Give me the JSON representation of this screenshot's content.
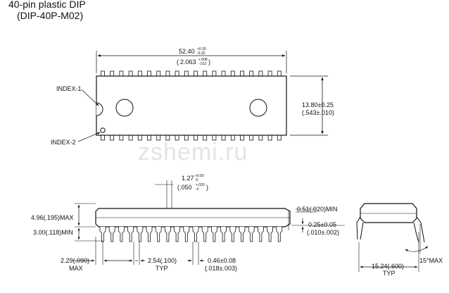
{
  "header": {
    "title": "40-pin plastic DIP",
    "subtitle": "(DIP-40P-M02)"
  },
  "top_view": {
    "length": "52.40",
    "length_tol_upper": "+0.30",
    "length_tol_lower": "-0.20",
    "length_in": "2.063",
    "length_in_tol_upper": "+.008",
    "length_in_tol_lower": "-.012",
    "width": "13.80±0.25",
    "width_in": "(.543±.010)",
    "index1": "INDEX-1",
    "index2": "INDEX-2"
  },
  "side_view": {
    "pitch_dim": "1.27",
    "pitch_tol_upper": "+0.50",
    "pitch_tol_lower": "-0",
    "pitch_in": "(.050",
    "pitch_in_tol_upper": "+.020",
    "pitch_in_tol_lower": "-0",
    "pitch_in_close": ")",
    "height_max": "4.96(.195)MAX",
    "seat_min": "3.00(.118)MIN",
    "standoff_min": "0.51(.020)MIN",
    "lead_thk": "0.25±0.05",
    "lead_thk_in": "(.010±.002)",
    "end_dim": "2.29(.090)",
    "end_note": "MAX",
    "lead_pitch": "2.54(.100)",
    "lead_pitch_note": "TYP",
    "lead_width": "0.46±0.08",
    "lead_width_in": "(.018±.003)"
  },
  "end_view": {
    "row_spacing": "15.24(.600)",
    "row_spacing_note": "TYP",
    "angle": "15°MAX"
  },
  "watermark": "zshemi.ru"
}
